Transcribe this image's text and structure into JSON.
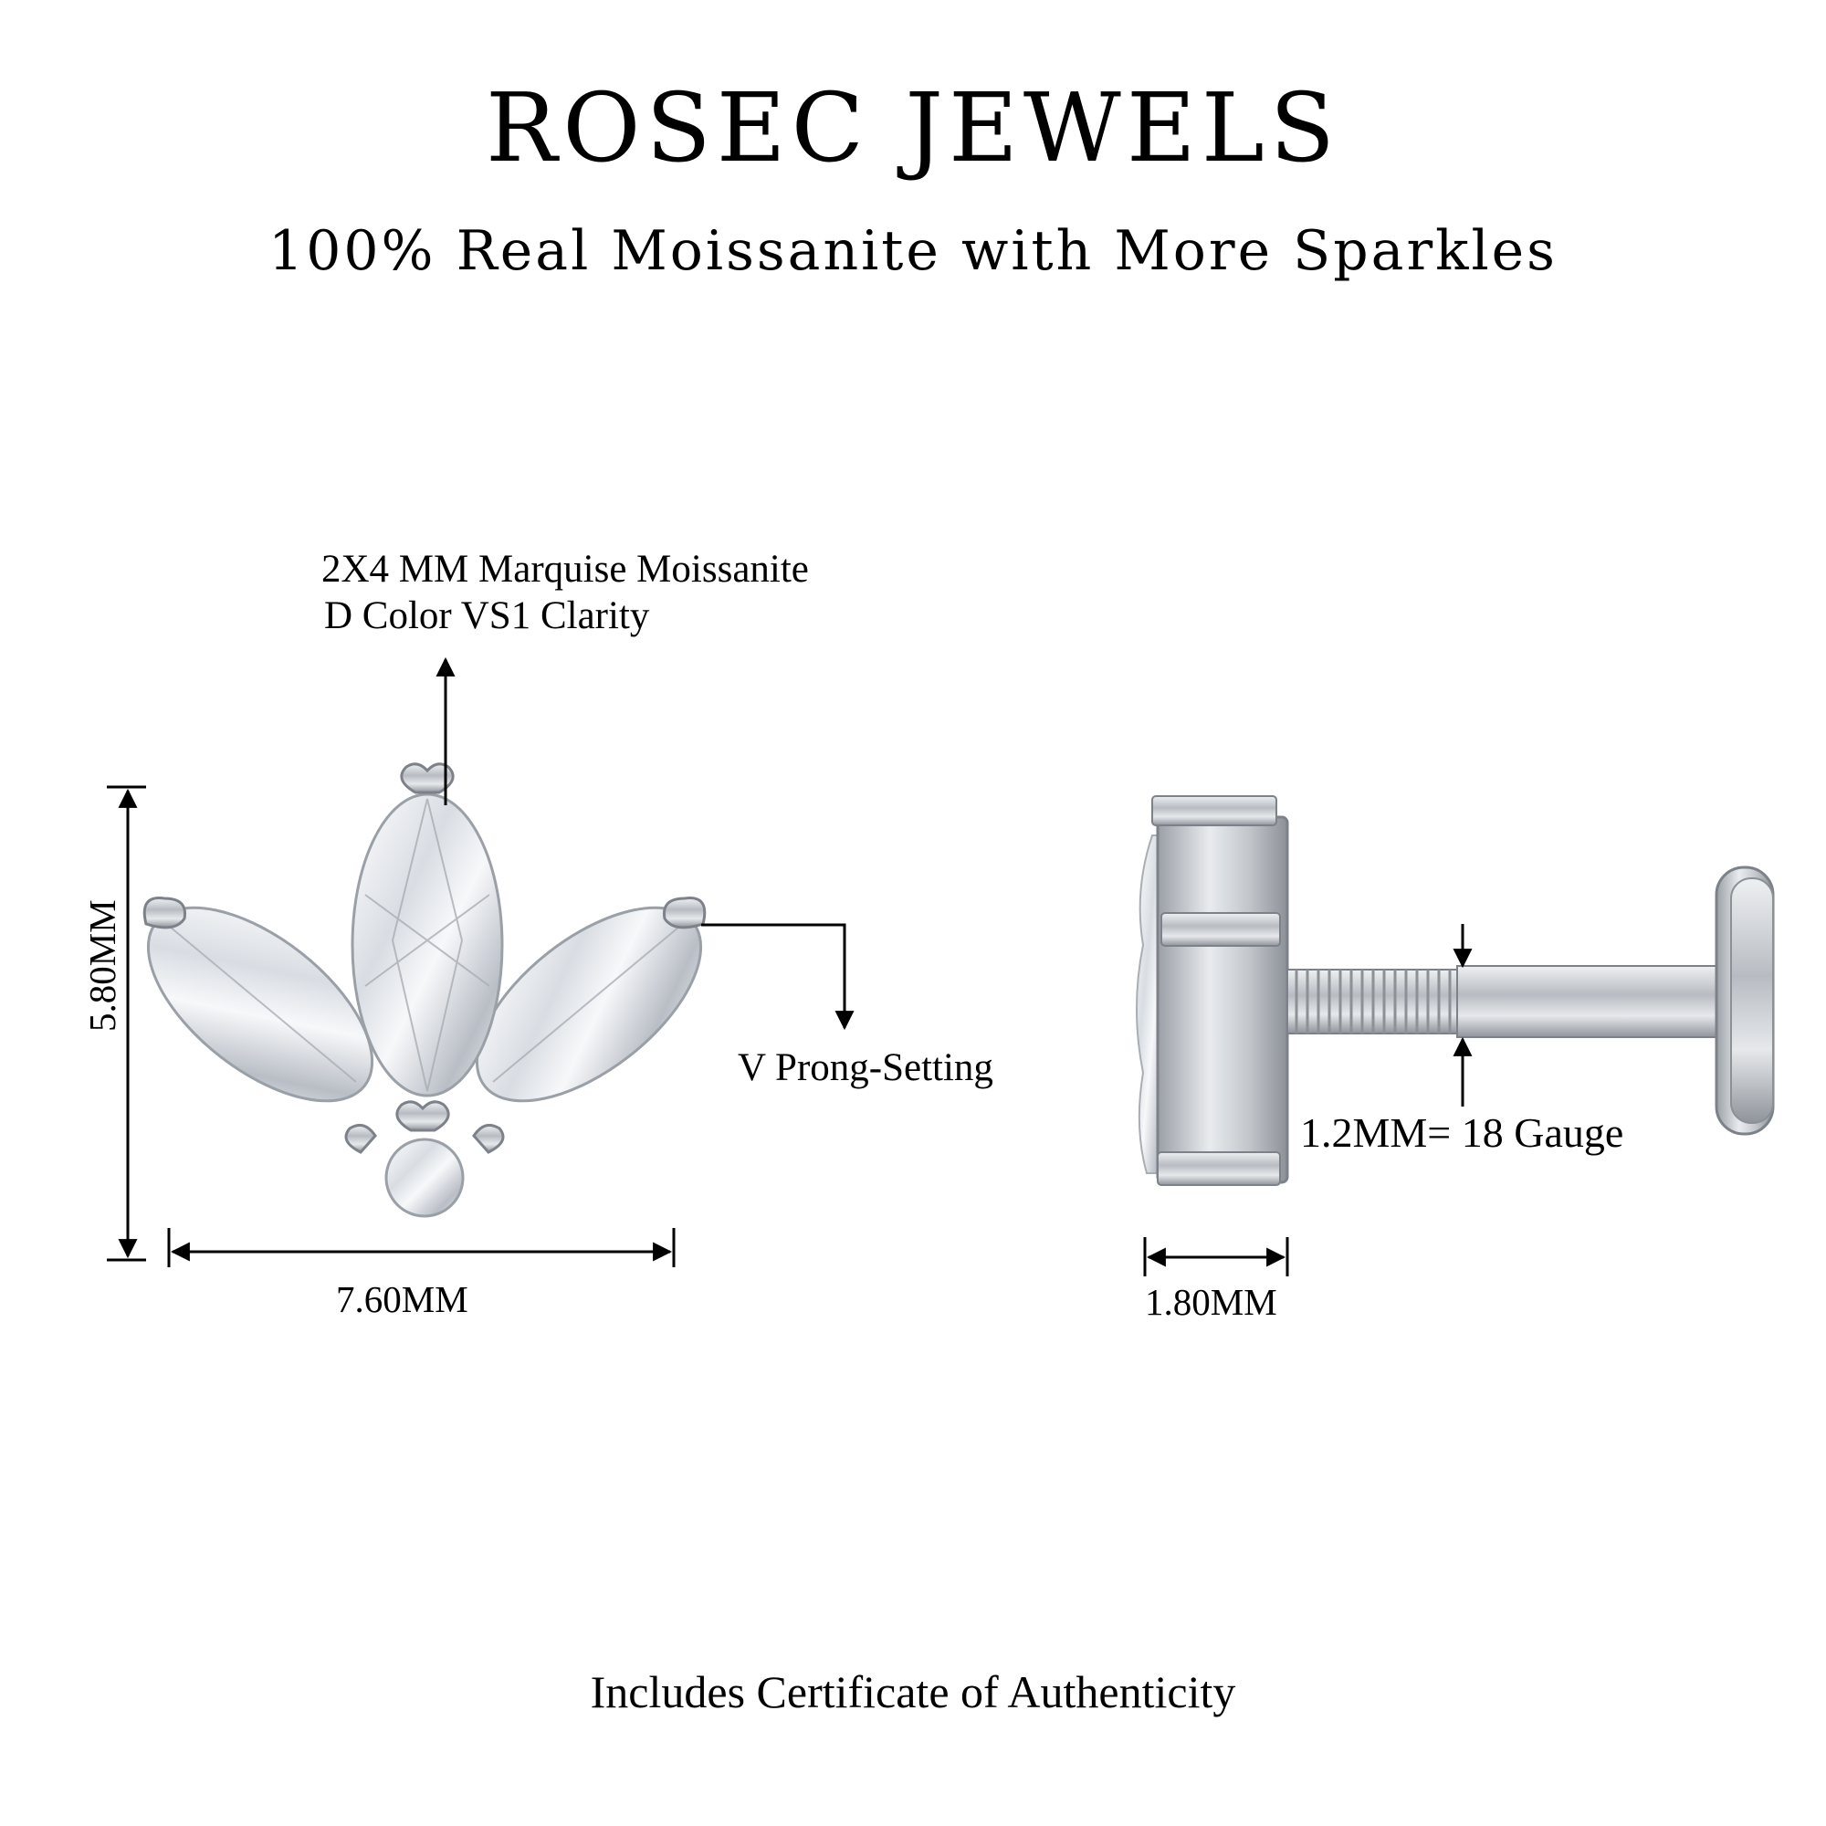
{
  "header": {
    "brand": "ROSEC JEWELS",
    "tagline": "100% Real Moissanite with More Sparkles"
  },
  "callouts": {
    "stone_line1": "2X4 MM Marquise Moissanite",
    "stone_line2": "D Color VS1 Clarity",
    "setting": "V Prong-Setting",
    "gauge": "1.2MM=  18 Gauge"
  },
  "dimensions": {
    "height": "5.80MM",
    "width": "7.60MM",
    "depth": "1.80MM"
  },
  "footer": {
    "certificate": "Includes Certificate of Authenticity"
  },
  "icons": [
    "marquise-lotus-earring-front-view",
    "flat-back-labret-side-view"
  ],
  "colors": {
    "text": "#000000",
    "metal": "#c9ccd1",
    "background": "#ffffff"
  }
}
